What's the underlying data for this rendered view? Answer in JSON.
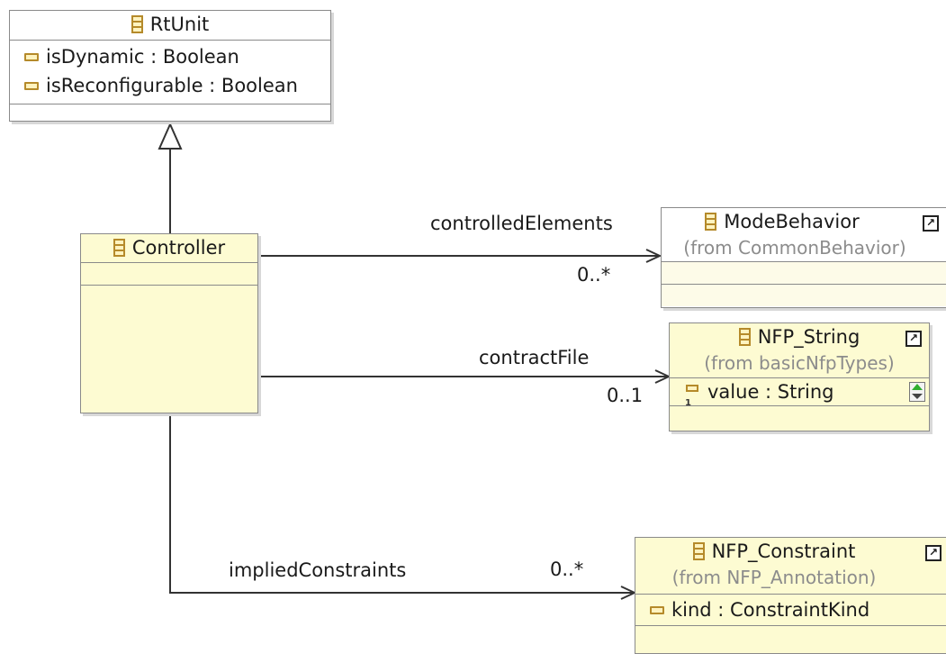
{
  "classes": {
    "rtunit": {
      "name": "RtUnit",
      "attributes": [
        "isDynamic : Boolean",
        "isReconfigurable : Boolean"
      ]
    },
    "controller": {
      "name": "Controller"
    },
    "modebehavior": {
      "name": "ModeBehavior",
      "from": "(from CommonBehavior)"
    },
    "nfp_string": {
      "name": "NFP_String",
      "from": "(from basicNfpTypes)",
      "attributes": [
        "value : String"
      ]
    },
    "nfp_constraint": {
      "name": "NFP_Constraint",
      "from": "(from NFP_Annotation)",
      "attributes": [
        "kind : ConstraintKind"
      ]
    }
  },
  "associations": {
    "controlled": {
      "role": "controlledElements",
      "multiplicity": "0..*"
    },
    "contract": {
      "role": "contractFile",
      "multiplicity": "0..1"
    },
    "implied": {
      "role": "impliedConstraints",
      "multiplicity": "0..*"
    }
  },
  "colors": {
    "class_fill": "#fdfbd2",
    "border": "#8a8a8a",
    "line": "#333333",
    "icon": "#b58a2a"
  }
}
